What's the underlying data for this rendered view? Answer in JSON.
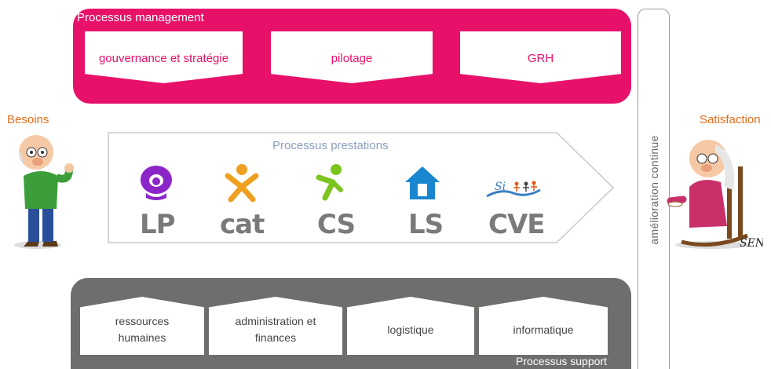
{
  "management": {
    "title": "Processus management",
    "boxes": [
      "gouvernance et stratégie",
      "pilotage",
      "GRH"
    ]
  },
  "prestations": {
    "title": "Processus prestations",
    "logos": [
      {
        "label": "LP",
        "icon": "lp-logo-icon",
        "color": "#8a26c8"
      },
      {
        "label": "cat",
        "icon": "cat-logo-icon",
        "color": "#f0a020"
      },
      {
        "label": "CS",
        "icon": "cs-logo-icon",
        "color": "#7cc41e"
      },
      {
        "label": "LS",
        "icon": "ls-house-logo-icon",
        "color": "#1b86d0"
      },
      {
        "label": "CVE",
        "icon": "cve-silhouettes-logo-icon",
        "color": "#3a7fc4"
      }
    ]
  },
  "support": {
    "title": "Processus support",
    "boxes": [
      "ressources humaines",
      "administration et finances",
      "logistique",
      "informatique"
    ]
  },
  "side": {
    "left_label": "Besoins",
    "right_label": "Satisfaction",
    "vertical_label": "amélioration continue",
    "signature": "SEN"
  },
  "colors": {
    "management": "#e8116a",
    "support": "#6f6e6c",
    "side_labels": "#e06d1a"
  }
}
